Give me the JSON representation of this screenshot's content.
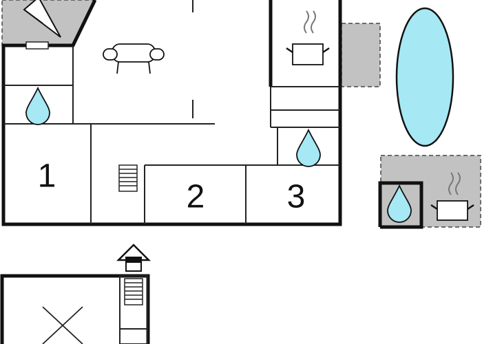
{
  "floorplan": {
    "rooms": [
      {
        "number": "1"
      },
      {
        "number": "2"
      },
      {
        "number": "3"
      }
    ],
    "icons": [
      "sofa-icon",
      "water-drop-icon",
      "cooking-pot-icon",
      "stairs-icon",
      "house-icon",
      "pool-icon",
      "void-cross-icon"
    ],
    "colors": {
      "wall": "#111111",
      "outdoor_area": "#c2c2c2",
      "water": "#a6e8f4",
      "line": "#222222",
      "background": "#ffffff"
    }
  }
}
